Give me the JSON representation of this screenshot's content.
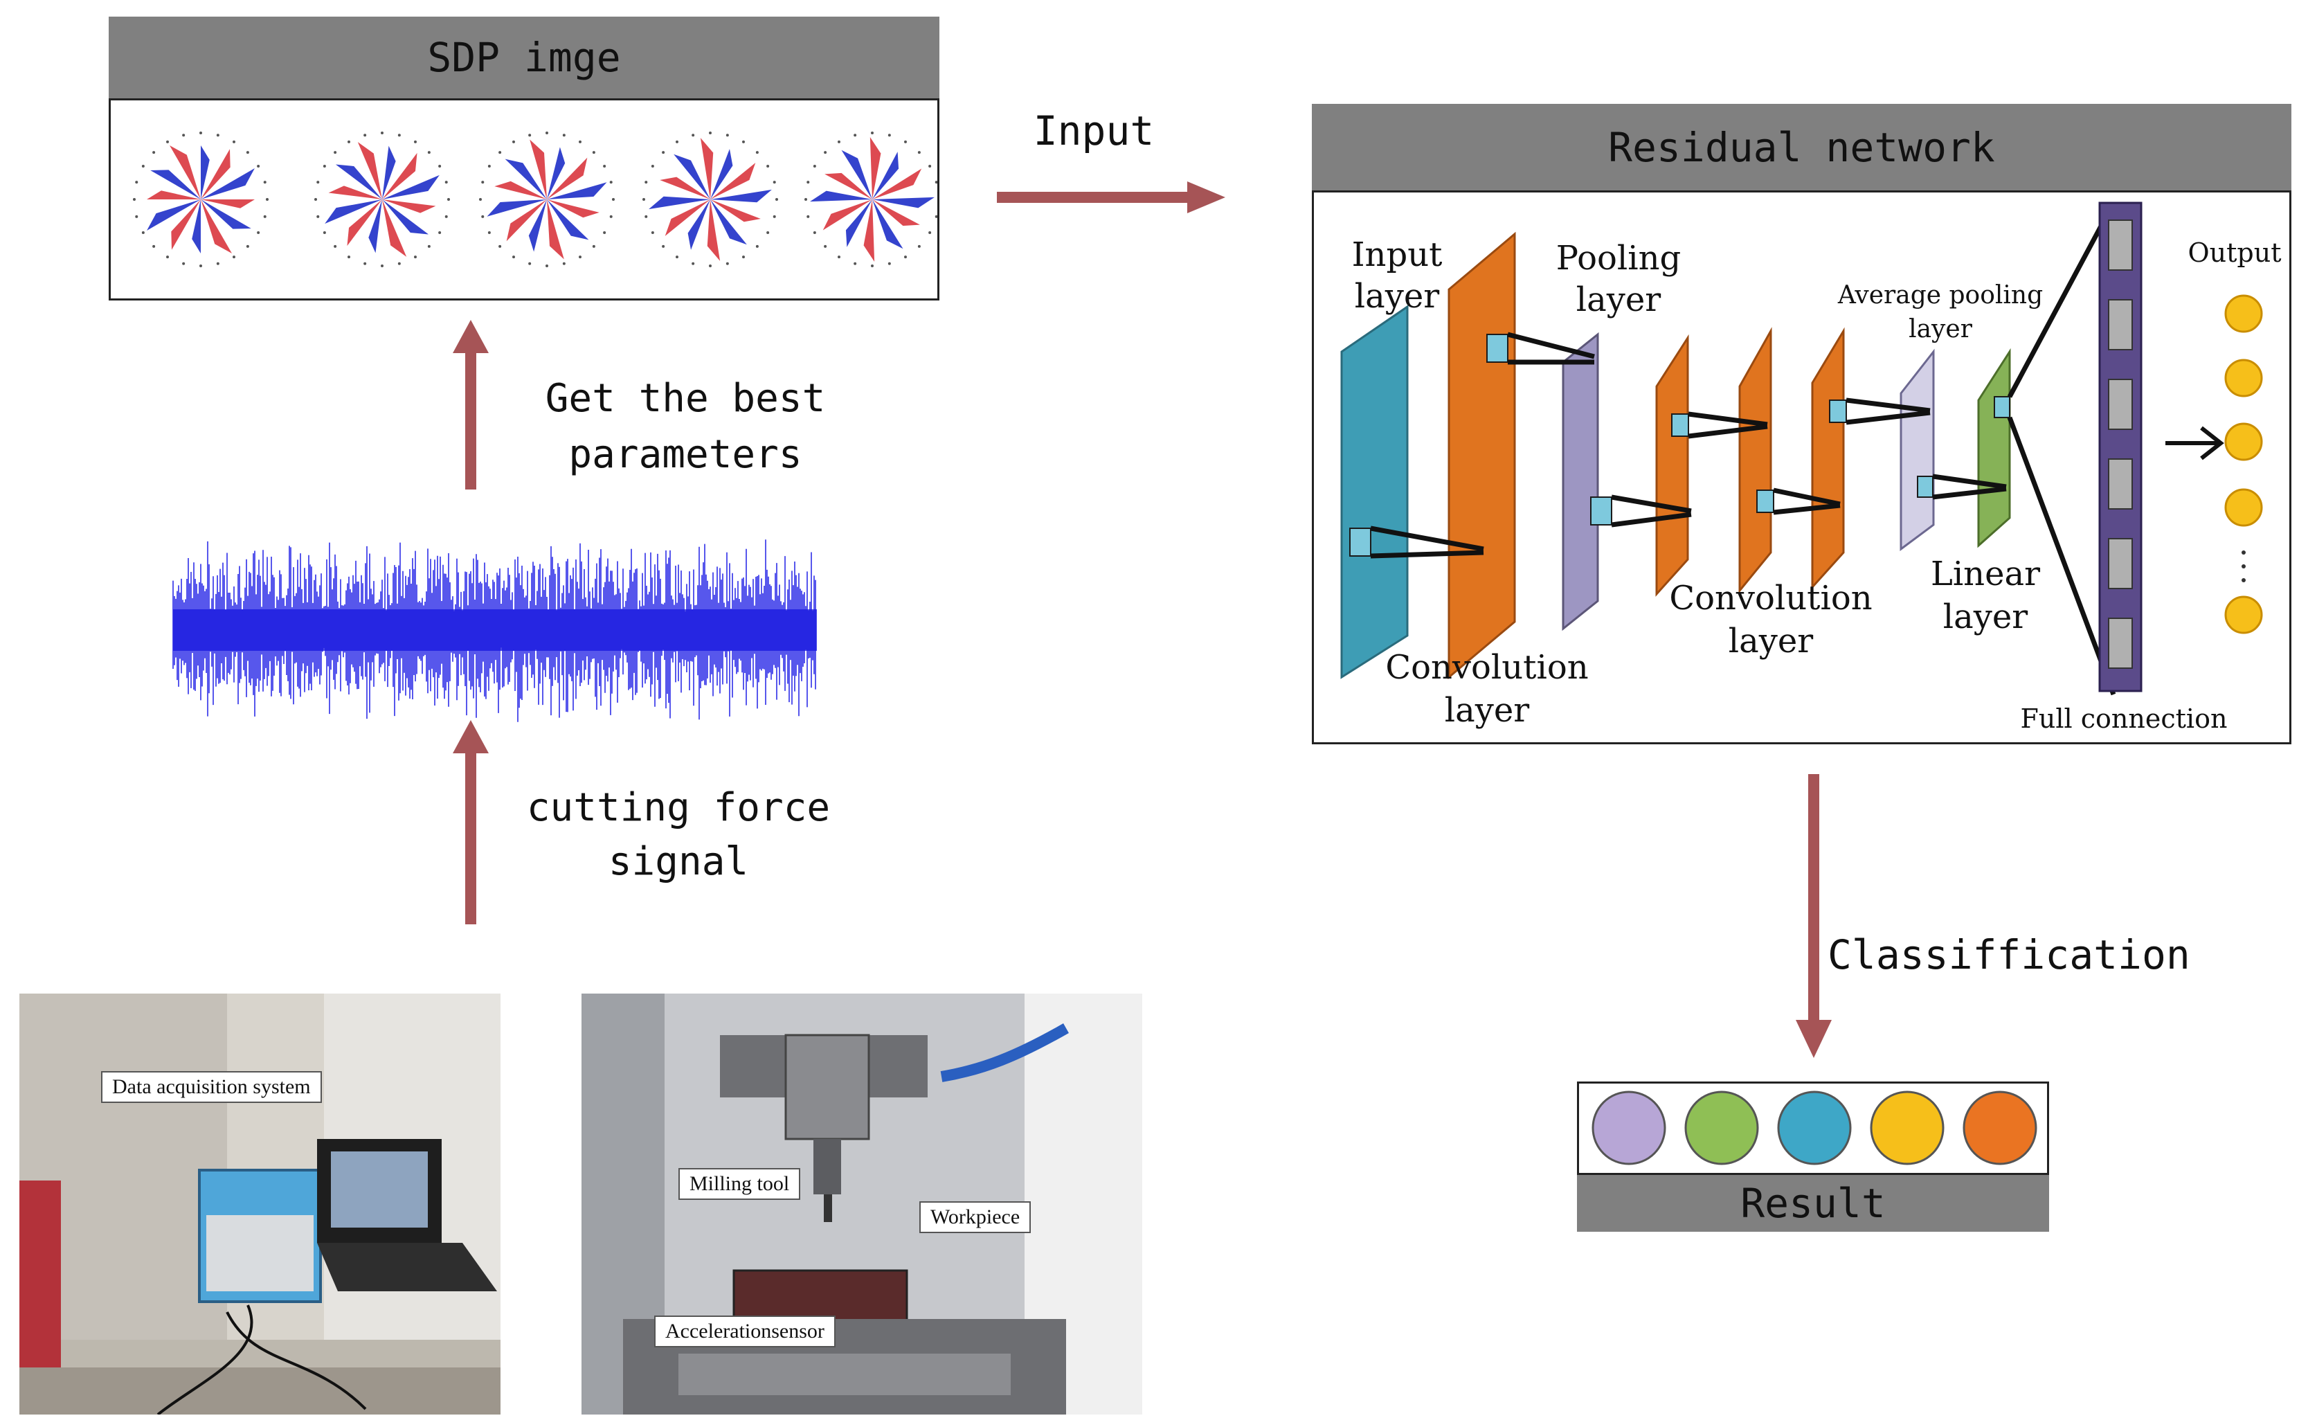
{
  "sdp_panel": {
    "title": "SDP imge"
  },
  "residual_panel": {
    "title": "Residual network",
    "labels": {
      "input_layer": "Input\nlayer",
      "pooling_layer": "Pooling\nlayer",
      "average_pooling_layer": "Average pooling\nlayer",
      "output": "Output",
      "convolution_layer_1": "Convolution\nlayer",
      "convolution_layer_2": "Convolution\nlayer",
      "linear_layer": "Linear\nlayer",
      "full_connection": "Full connection"
    }
  },
  "arrows": {
    "input": "Input",
    "get_best_parameters": "Get the best\nparameters",
    "cutting_force_signal": "cutting force\nsignal",
    "classification": "Classiffication"
  },
  "result": {
    "label": "Result",
    "colors": [
      "#b7a6d6",
      "#8fbf55",
      "#3ea7c7",
      "#f6bf1a",
      "#ea7422"
    ]
  },
  "photos": {
    "left": {
      "caption": "Data acquisition system"
    },
    "right": {
      "captions": {
        "milling_tool": "Milling tool",
        "workpiece": "Workpiece",
        "acceleration_sensor": "Accelerationsensor"
      }
    }
  },
  "colors": {
    "arrow": "#a65456",
    "header": "#808080",
    "conv": "#e0741f",
    "input_layer": "#3e9db5",
    "pool": "#9d96c2",
    "linear": "#86b257",
    "output_node": "#f6bf1a"
  }
}
